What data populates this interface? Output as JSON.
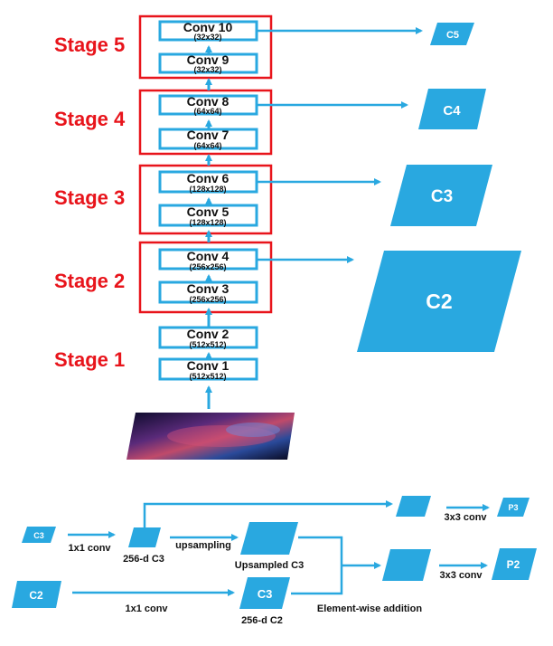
{
  "stages": [
    {
      "label": "Stage 5",
      "convs": [
        {
          "name": "Conv 10",
          "size": "(32x32)"
        },
        {
          "name": "Conv 9",
          "size": "(32x32)"
        }
      ],
      "output": "C5"
    },
    {
      "label": "Stage 4",
      "convs": [
        {
          "name": "Conv 8",
          "size": "(64x64)"
        },
        {
          "name": "Conv 7",
          "size": "(64x64)"
        }
      ],
      "output": "C4"
    },
    {
      "label": "Stage 3",
      "convs": [
        {
          "name": "Conv 6",
          "size": "(128x128)"
        },
        {
          "name": "Conv 5",
          "size": "(128x128)"
        }
      ],
      "output": "C3"
    },
    {
      "label": "Stage 2",
      "convs": [
        {
          "name": "Conv 4",
          "size": "(256x256)"
        },
        {
          "name": "Conv 3",
          "size": "(256x256)"
        }
      ],
      "output": "C2"
    },
    {
      "label": "Stage 1",
      "convs": [
        {
          "name": "Conv 2",
          "size": "(512x512)"
        },
        {
          "name": "Conv 1",
          "size": "(512x512)"
        }
      ],
      "output": ""
    }
  ],
  "colors": {
    "accent_blue": "#29a8e0",
    "stage_red": "#e8141b",
    "box_border": "#29a8e0"
  },
  "fusion": {
    "c3_input": "C3",
    "c2_input": "C2",
    "conv1x1_top": "1x1 conv",
    "conv1x1_bottom": "1x1 conv",
    "reduced_c3": "256-d C3",
    "upsampling": "upsampling",
    "upsampled_c3": "Upsampled C3",
    "reduced_c2_box": "C3",
    "reduced_c2": "256-d C2",
    "elementwise": "Element-wise addition",
    "conv3x3_top": "3x3 conv",
    "conv3x3_bottom": "3x3 conv",
    "p3": "P3",
    "p2": "P2"
  }
}
